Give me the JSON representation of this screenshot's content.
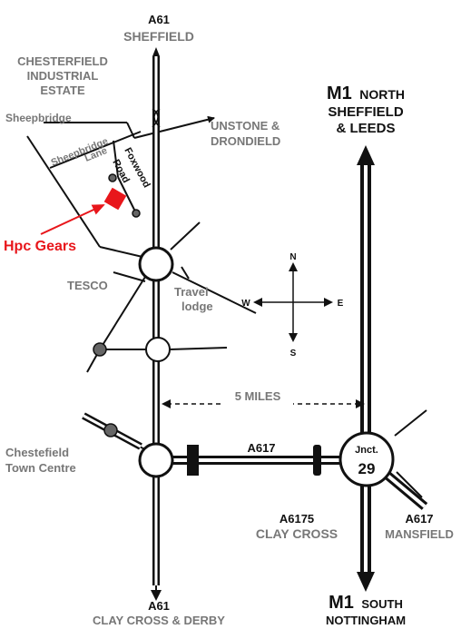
{
  "roads": {
    "a61_north": {
      "number": "A61",
      "destination": "SHEFFIELD"
    },
    "a61_south": {
      "number": "A61",
      "destination": "CLAY CROSS & DERBY"
    },
    "m1_north": {
      "number": "M1",
      "direction": "NORTH",
      "destination_line1": "SHEFFIELD",
      "destination_line2": "& LEEDS"
    },
    "m1_south": {
      "number": "M1",
      "direction": "SOUTH",
      "destination": "NOTTINGHAM"
    },
    "a617_link": {
      "number": "A617"
    },
    "a6175": {
      "number": "A6175",
      "destination": "CLAY CROSS"
    },
    "a617_east": {
      "number": "A617",
      "destination": "MANSFIELD"
    },
    "unstone": {
      "line1": "UNSTONE &",
      "line2": "DRONDIELD"
    }
  },
  "places": {
    "industrial_estate": {
      "line1": "CHESTERFIELD",
      "line2": "INDUSTRIAL",
      "line3": "ESTATE"
    },
    "sheepbridge": "Sheepbridge",
    "sheepbridge_lane": {
      "line1": "Sheepbridge",
      "line2": "Lane"
    },
    "foxwood_road": {
      "line1": "Foxwood",
      "line2": "Road"
    },
    "tesco": "TESCO",
    "travel_lodge": {
      "line1": "Travel",
      "line2": "lodge"
    },
    "town_centre": {
      "line1": "Chestefield",
      "line2": "Town Centre"
    }
  },
  "junction": {
    "label": "Jnct.",
    "number": "29"
  },
  "distance": "5 MILES",
  "compass": {
    "n": "N",
    "s": "S",
    "e": "E",
    "w": "W"
  },
  "destination": {
    "name": "Hpc Gears",
    "color": "#e8161b"
  },
  "colors": {
    "road": "#111111",
    "grey_label": "#777777",
    "marker": "#666666"
  }
}
